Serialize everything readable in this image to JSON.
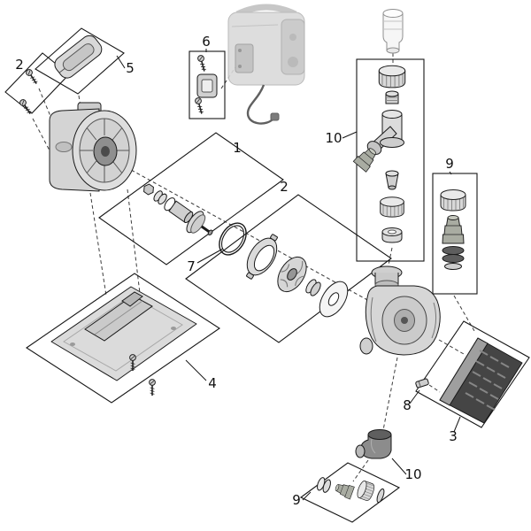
{
  "diagram": {
    "colors": {
      "background": "#ffffff",
      "line": "#1a1a1a",
      "part_fill_light": "#d6d6d6",
      "part_fill_dark": "#454545",
      "photo_gray": "#dadada"
    },
    "callouts": {
      "screws_top_left": "2",
      "rotor_assembly": "1",
      "seal_kit": "2",
      "filter_shell": "3",
      "base_plate": "4",
      "cover": "5",
      "clamp": "6",
      "o_ring": "7",
      "clip": "8",
      "hose_tail_top": "9",
      "hose_tail_bottom": "9",
      "fittings_column": "10",
      "elbow": "10"
    }
  }
}
